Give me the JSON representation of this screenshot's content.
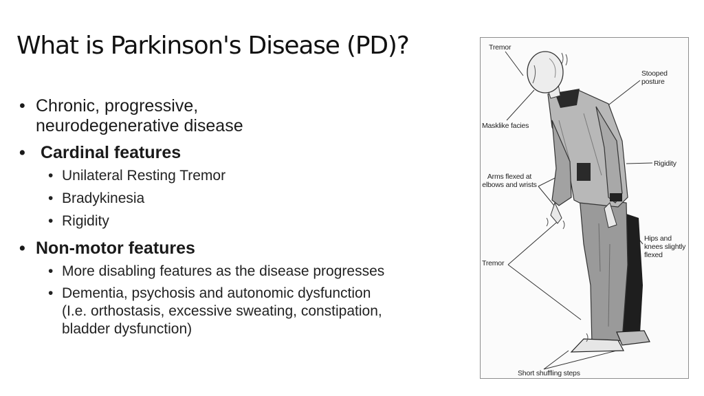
{
  "slide": {
    "title": "What is Parkinson's Disease (PD)?",
    "bullet_char": "•",
    "bullets": [
      {
        "lines": [
          "Chronic, progressive,",
          "neurodegenerative disease"
        ]
      },
      {
        "text": " Cardinal features",
        "sub": [
          "Unilateral Resting Tremor",
          "Bradykinesia",
          "Rigidity"
        ]
      },
      {
        "text": "Non-motor features",
        "sub": [
          "More disabling features as the disease progresses",
          "Dementia, psychosis and autonomic dysfunction",
          "(I.e. orthostasis, excessive sweating, constipation,",
          "bladder dysfunction)"
        ]
      }
    ]
  },
  "figure": {
    "labels": {
      "tremor_head": "Tremor",
      "stooped": [
        "Stooped",
        "posture"
      ],
      "masklike": "Masklike facies",
      "rigidity": "Rigidity",
      "arms": [
        "Arms flexed at",
        "elbows and wrists"
      ],
      "hips": [
        "Hips and",
        "knees slightly",
        "flexed"
      ],
      "tremor_hand": "Tremor",
      "steps": "Short shuffling steps"
    }
  }
}
